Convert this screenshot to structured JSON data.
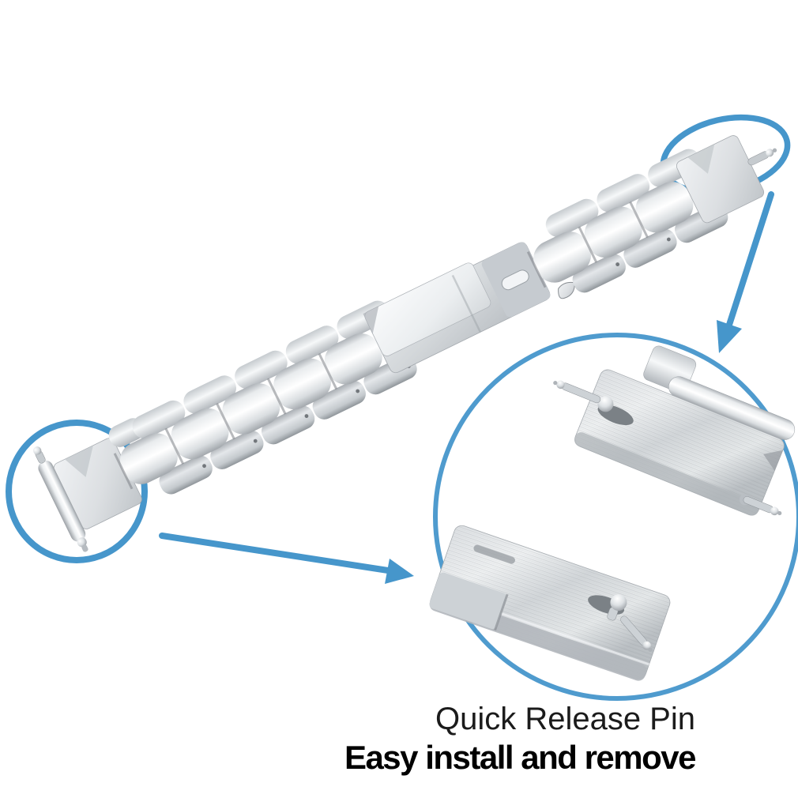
{
  "page": {
    "background": "#ffffff"
  },
  "captions": {
    "line1": "Quick Release Pin",
    "line2": "Easy install and remove"
  },
  "colors": {
    "annotation_blue": "#4696cb",
    "text_primary": "#1b1b1b",
    "text_bold": "#000000",
    "metal_highlight": "#ffffff",
    "metal_mid": "#d9dde0",
    "metal_shadow": "#9aa0a5"
  },
  "annotations": {
    "callouts": [
      {
        "id": "left-end-link-circle",
        "shape": "ellipse",
        "highlights": "quick release spring bar at band end"
      },
      {
        "id": "top-right-end-link-circle",
        "shape": "ellipse",
        "highlights": "pin tip at opposite band end"
      },
      {
        "id": "detail-magnifier-circle",
        "shape": "circle",
        "highlights": "close-up of two end links with quick release pins"
      }
    ],
    "arrows": [
      {
        "id": "arrow-top-right-to-detail",
        "direction": "down-left"
      },
      {
        "id": "arrow-left-to-detail",
        "direction": "right"
      }
    ]
  }
}
